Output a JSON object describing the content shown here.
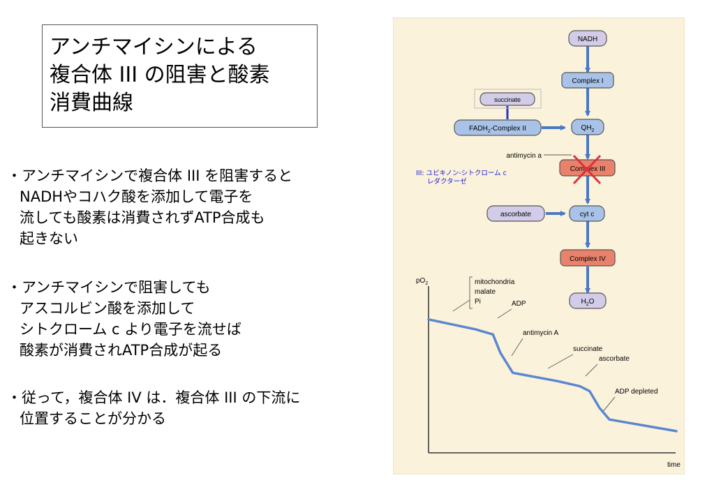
{
  "title": {
    "lines": [
      "アンチマイシンによる",
      "複合体 III の阻害と酸素",
      "消費曲線"
    ]
  },
  "bullets": [
    {
      "lines": [
        "・アンチマイシンで複合体 III を阻害すると",
        "NADHやコハク酸を添加して電子を",
        "流しても酸素は消費されずATP合成も",
        "起きない"
      ]
    },
    {
      "lines": [
        "・アンチマイシンで阻害しても",
        "アスコルビン酸を添加して",
        "シトクローム c より電子を流せば",
        "酸素が消費されATP合成が起る"
      ]
    },
    {
      "lines": [
        "・従って，複合体 IV は．複合体 III の下流に",
        "位置することが分かる"
      ]
    }
  ],
  "annotation": {
    "lines": [
      "III: ユビキノン-シトクローム c",
      "レダクターゼ"
    ],
    "color": "#1a1acc"
  },
  "diagram": {
    "nodes": {
      "nadh": "NADH",
      "complex1": "Complex I",
      "succinate": "succinate",
      "fadh2_main": "FADH",
      "fadh2_sub": "2",
      "fadh2_rest": "-Complex II",
      "qh2_main": "QH",
      "qh2_sub": "2",
      "complex3": "Complex III",
      "ascorbate": "ascorbate",
      "cytc": "cyt c",
      "complex4": "Complex IV",
      "h2o_a": "H",
      "h2o_sub": "2",
      "h2o_b": "O"
    },
    "inhibitor_label": "antimycin a",
    "colors": {
      "background": "#fbf2dc",
      "node_blue": "#a9c3e8",
      "node_lilac": "#d2cce8",
      "node_red": "#e8826a",
      "arrow": "#4a78c4",
      "cross": "#e0303c",
      "succinate_bar": "#2233cc"
    }
  },
  "chart_data": {
    "type": "line",
    "ylabel_main": "pO",
    "ylabel_sub": "2",
    "xlabel": "time",
    "additions_bracket": [
      "mitochondria",
      "malate",
      "Pi"
    ],
    "annotations": [
      "ADP",
      "antimycin A",
      "succinate",
      "ascorbate",
      "ADP depleted"
    ],
    "series": [
      {
        "values": [
          [
            0,
            0.8
          ],
          [
            0.19,
            0.74
          ],
          [
            0.26,
            0.71
          ],
          [
            0.29,
            0.6
          ],
          [
            0.34,
            0.48
          ],
          [
            0.52,
            0.43
          ],
          [
            0.61,
            0.4
          ],
          [
            0.65,
            0.37
          ],
          [
            0.69,
            0.27
          ],
          [
            0.73,
            0.2
          ],
          [
            1.0,
            0.13
          ]
        ]
      }
    ]
  }
}
